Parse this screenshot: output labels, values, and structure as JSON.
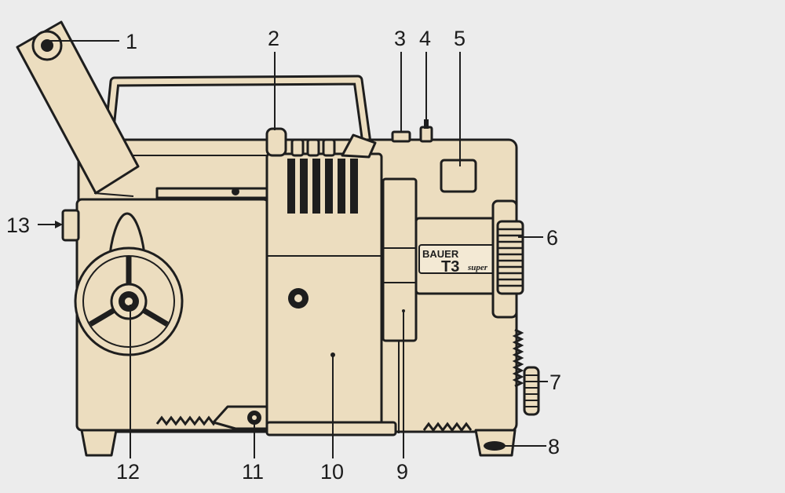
{
  "diagram": {
    "brand_badge": {
      "brand": "BAUER",
      "model": "T3",
      "variant": "super"
    },
    "callouts": [
      {
        "id": 1,
        "label": "1"
      },
      {
        "id": 2,
        "label": "2"
      },
      {
        "id": 3,
        "label": "3"
      },
      {
        "id": 4,
        "label": "4"
      },
      {
        "id": 5,
        "label": "5"
      },
      {
        "id": 6,
        "label": "6"
      },
      {
        "id": 7,
        "label": "7"
      },
      {
        "id": 8,
        "label": "8"
      },
      {
        "id": 9,
        "label": "9"
      },
      {
        "id": 10,
        "label": "10"
      },
      {
        "id": 11,
        "label": "11"
      },
      {
        "id": 12,
        "label": "12"
      },
      {
        "id": 13,
        "label": "13"
      }
    ],
    "colors": {
      "background": "#ececec",
      "body": "#ecddbf",
      "line": "#1e1e1e",
      "badge": "#f3e9d4"
    }
  }
}
